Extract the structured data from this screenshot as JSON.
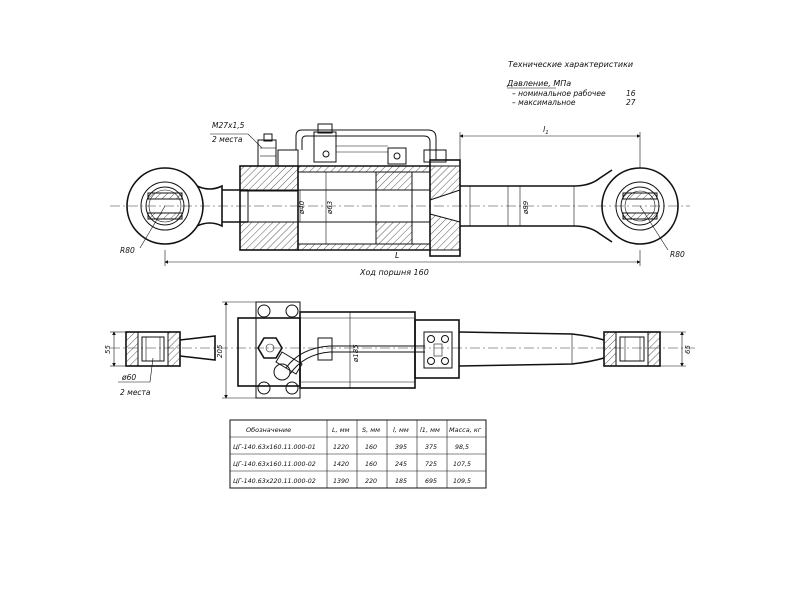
{
  "specs": {
    "title": "Технические характеристики",
    "pressure_heading": "Давление, МПа",
    "rows": [
      {
        "label": "– номинальное рабочее",
        "value": "16"
      },
      {
        "label": "– максимальное",
        "value": "27"
      }
    ]
  },
  "labels": {
    "thread": "М27х1,5",
    "thread_places": "2 места",
    "l1": "l",
    "l1_sub": "1",
    "L": "L",
    "stroke": "Ход поршня 160",
    "r_left": "R80",
    "r_right": "R80",
    "d_rod": "ø40",
    "d_piston": "ø63",
    "d_tube": "ø89",
    "h_55": "55",
    "h_205": "205",
    "d_185": "ø185",
    "h_65": "65",
    "d_pin": "ø60",
    "pin_places": "2 места"
  },
  "table": {
    "headers": [
      "Обозначение",
      "L, мм",
      "S, мм",
      "l, мм",
      "l1, мм",
      "Масса, кг"
    ],
    "rows": [
      [
        "ЦГ-140.63х160.11.000-01",
        "1220",
        "160",
        "395",
        "375",
        "98,5"
      ],
      [
        "ЦГ-140.63х160.11.000-02",
        "1420",
        "160",
        "245",
        "725",
        "107,5"
      ],
      [
        "ЦГ-140.63х220.11.000-02",
        "1390",
        "220",
        "185",
        "695",
        "109,5"
      ]
    ]
  }
}
